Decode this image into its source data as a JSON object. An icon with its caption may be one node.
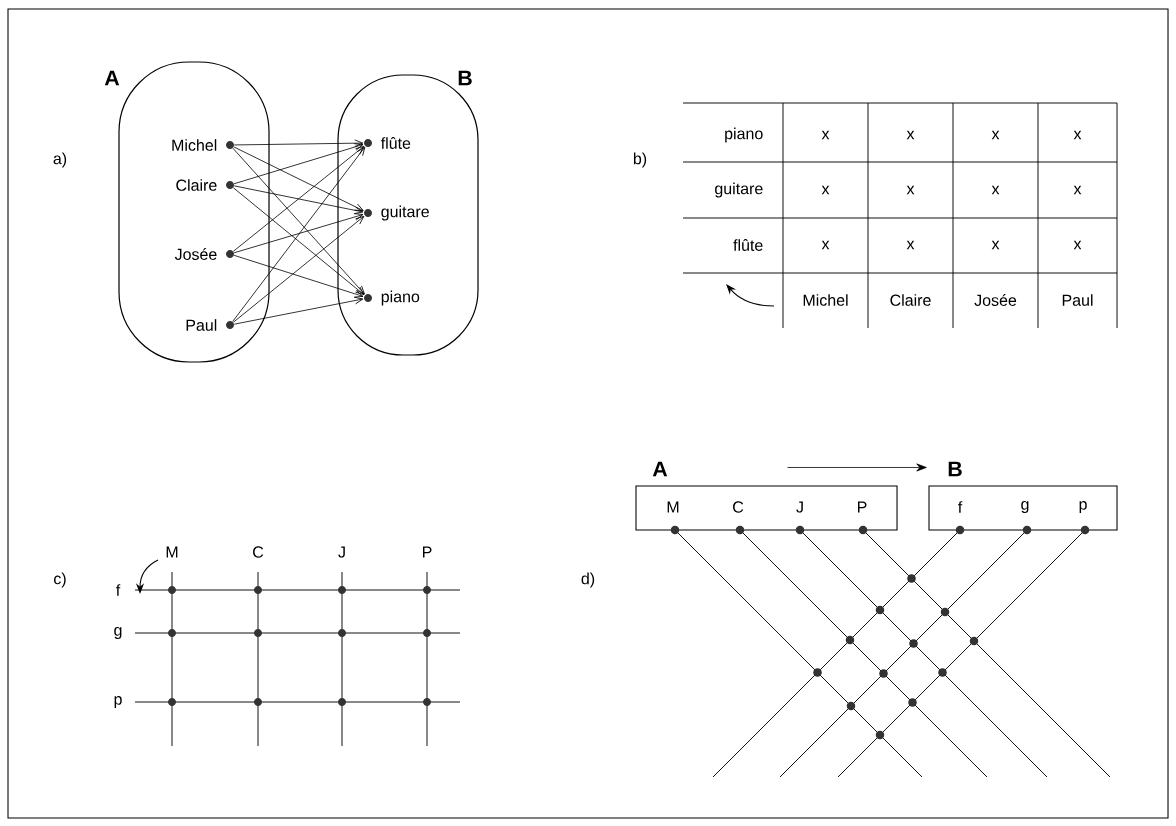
{
  "diagram": {
    "nodes": [
      {
        "text": [
          "A"
        ]
      },
      {
        "text": [
          "B"
        ]
      },
      {
        "text": [
          "Michel"
        ],
        "in": 0
      },
      {
        "text": [
          "Claire"
        ],
        "in": 0
      },
      {
        "text": [
          "Josée"
        ],
        "in": 0
      },
      {
        "text": [
          "Paul"
        ],
        "in": 0
      },
      {
        "text": [
          "flûte"
        ],
        "in": 1
      },
      {
        "text": [
          "guitare"
        ],
        "in": 1
      },
      {
        "text": [
          "piano"
        ],
        "in": 1
      },
      {
        "text": [
          "A",
          "M",
          "C",
          "J",
          "P"
        ]
      },
      {
        "text": [
          "B",
          "f",
          "g",
          "p"
        ]
      }
    ],
    "edges": [
      {
        "from": 2,
        "to": 6,
        "arrow": "to"
      },
      {
        "from": 2,
        "to": 7,
        "arrow": "to"
      },
      {
        "from": 2,
        "to": 8,
        "arrow": "to"
      },
      {
        "from": 3,
        "to": 6,
        "arrow": "to"
      },
      {
        "from": 3,
        "to": 7,
        "arrow": "to"
      },
      {
        "from": 3,
        "to": 8,
        "arrow": "to"
      },
      {
        "from": 4,
        "to": 6,
        "arrow": "to"
      },
      {
        "from": 4,
        "to": 7,
        "arrow": "to"
      },
      {
        "from": 4,
        "to": 8,
        "arrow": "to"
      },
      {
        "from": 5,
        "to": 6,
        "arrow": "to"
      },
      {
        "from": 5,
        "to": 7,
        "arrow": "to"
      },
      {
        "from": 5,
        "to": 8,
        "arrow": "to"
      },
      {
        "from": 9,
        "to": 10,
        "arrow": "to"
      }
    ],
    "labels": [
      "a)",
      "b)",
      "piano",
      "x",
      "x",
      "x",
      "x",
      "guitare",
      "x",
      "x",
      "x",
      "x",
      "flûte",
      "x",
      "x",
      "x",
      "x",
      "Michel",
      "Claire",
      "Josée",
      "Paul",
      "c)",
      "M",
      "C",
      "J",
      "P",
      "f",
      "g",
      "p",
      "d)"
    ]
  }
}
